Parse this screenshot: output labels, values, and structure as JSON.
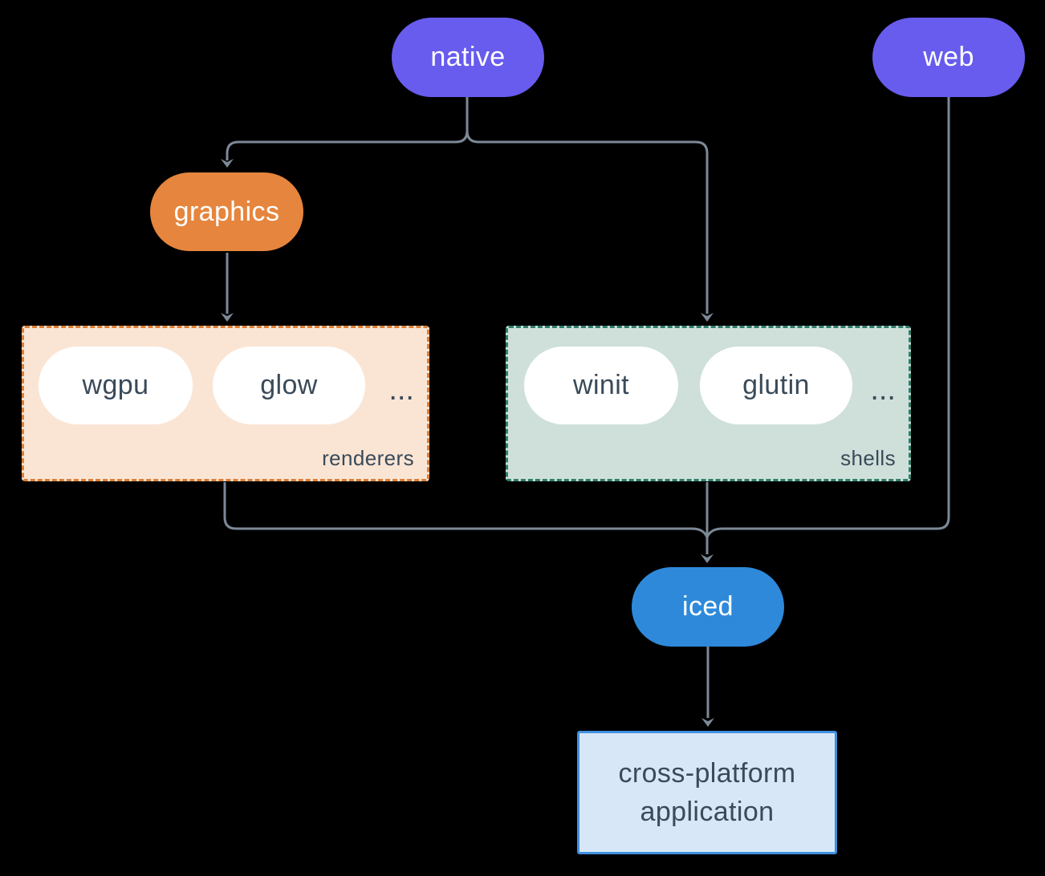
{
  "colors": {
    "background": "#000000",
    "connector": "#7C8997",
    "node_purple": "#685CEE",
    "node_orange": "#E6853D",
    "node_blue": "#2E89DA",
    "text_light": "#FFFFFF",
    "text_dark": "#3A4A59",
    "renderers_bg": "#FAE5D5",
    "renderers_border": "#DD7E35",
    "shells_bg": "#CFE0DA",
    "shells_border": "#2E7D6A",
    "app_bg": "#D8E7F7",
    "app_border": "#3F8FDF"
  },
  "nodes": {
    "native": {
      "label": "native",
      "color": "#685CEE"
    },
    "web": {
      "label": "web",
      "color": "#685CEE"
    },
    "graphics": {
      "label": "graphics",
      "color": "#E6853D"
    },
    "iced": {
      "label": "iced",
      "color": "#2E89DA"
    },
    "wgpu": {
      "label": "wgpu"
    },
    "glow": {
      "label": "glow"
    },
    "winit": {
      "label": "winit"
    },
    "glutin": {
      "label": "glutin"
    }
  },
  "groups": {
    "renderers": {
      "label": "renderers",
      "ellipsis": "...",
      "bg": "#FAE5D5",
      "border": "#DD7E35"
    },
    "shells": {
      "label": "shells",
      "ellipsis": "...",
      "bg": "#CFE0DA",
      "border": "#2E7D6A"
    }
  },
  "app_box": {
    "label": "cross-platform application"
  }
}
